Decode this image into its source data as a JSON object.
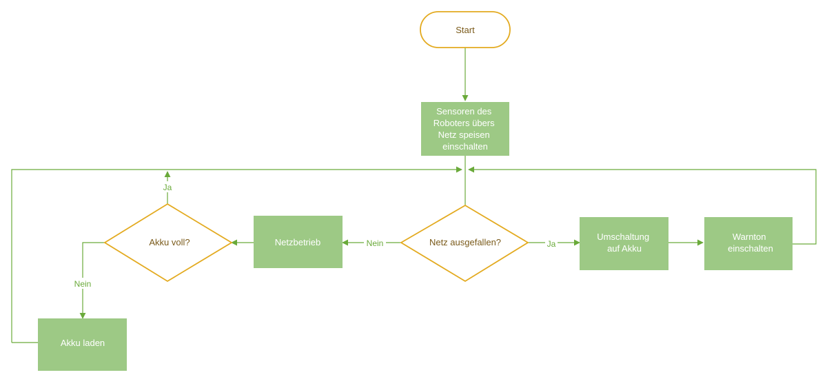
{
  "colors": {
    "process_fill": "#9dc985",
    "connector": "#6aaa3a",
    "decision_stroke": "#e3aa1f",
    "decision_text": "#7a5a1a",
    "process_text": "#ffffff"
  },
  "nodes": {
    "start": {
      "lines": [
        "Start"
      ]
    },
    "sensoren": {
      "lines": [
        "Sensoren des",
        "Roboters übers",
        "Netz speisen",
        "einschalten"
      ]
    },
    "netz_ausgefallen": {
      "lines": [
        "Netz ausgefallen?"
      ]
    },
    "netzbetrieb": {
      "lines": [
        "Netzbetrieb"
      ]
    },
    "akku_voll": {
      "lines": [
        "Akku voll?"
      ]
    },
    "akku_laden": {
      "lines": [
        "Akku laden"
      ]
    },
    "umschaltung": {
      "lines": [
        "Umschaltung",
        "auf Akku"
      ]
    },
    "warnton": {
      "lines": [
        "Warnton",
        "einschalten"
      ]
    }
  },
  "edge_labels": {
    "nein_netz": "Nein",
    "ja_netz": "Ja",
    "ja_akku": "Ja",
    "nein_akku": "Nein"
  }
}
